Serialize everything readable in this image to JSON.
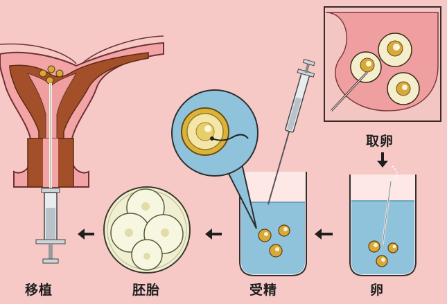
{
  "labels": {
    "retrieval": "取卵",
    "egg": "卵",
    "fertilization": "受精",
    "embryo": "胚胎",
    "transfer": "移植"
  },
  "colors": {
    "background": "#f6c9c7",
    "uterus_outer": "#f3a4a6",
    "uterus_inner": "#a3502a",
    "liquid": "#8fc3dc",
    "cell": "#f1f0cf",
    "egg_yolk": "#d9b33c"
  }
}
